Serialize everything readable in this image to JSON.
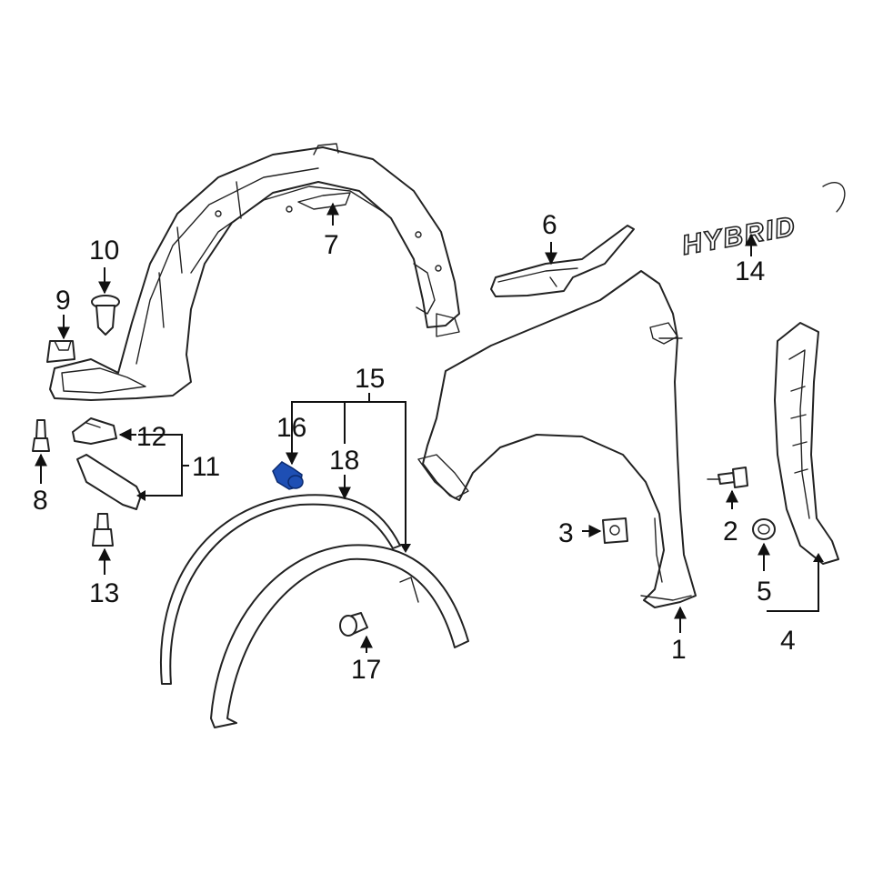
{
  "callouts": {
    "n1": "1",
    "n2": "2",
    "n3": "3",
    "n4": "4",
    "n5": "5",
    "n6": "6",
    "n7": "7",
    "n8": "8",
    "n9": "9",
    "n10": "10",
    "n11": "11",
    "n12": "12",
    "n13": "13",
    "n14": "14",
    "n15": "15",
    "n16": "16",
    "n17": "17",
    "n18": "18"
  },
  "emblem_text": "HYBRID",
  "colors": {
    "line": "#222222",
    "highlight": "#1e4fb4",
    "background": "#ffffff"
  },
  "highlighted_part": "16"
}
